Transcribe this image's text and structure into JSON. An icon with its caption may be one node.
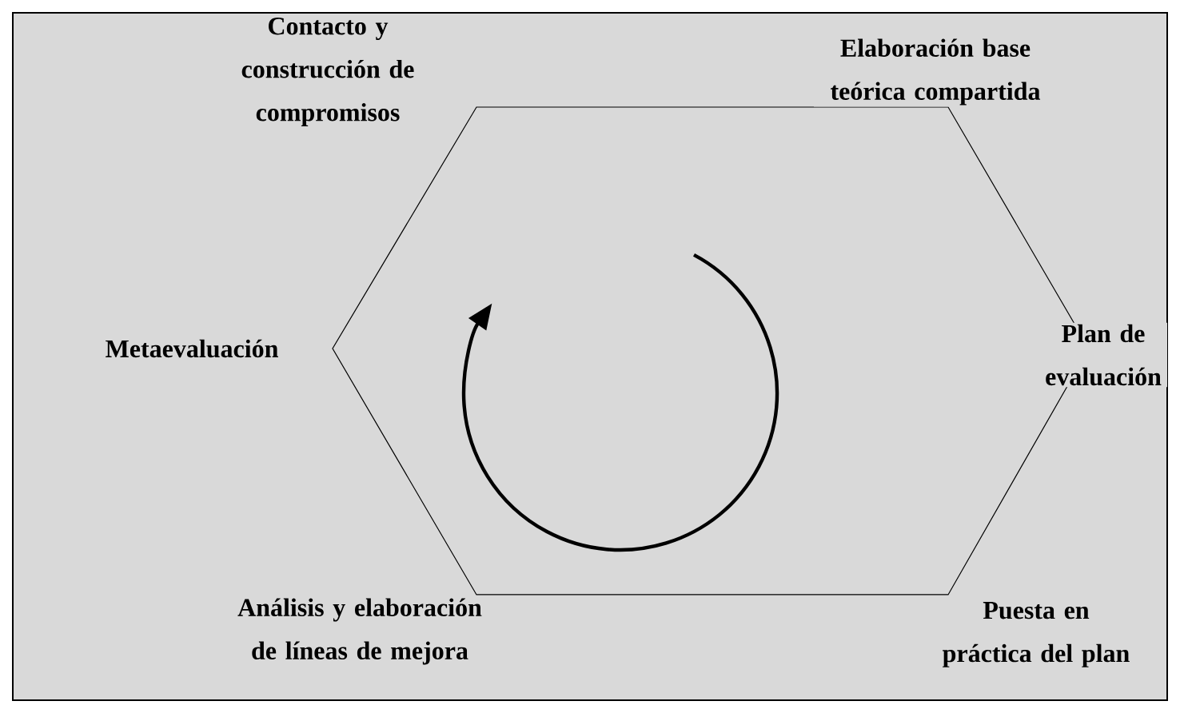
{
  "diagram": {
    "labels": [
      "Contacto y construcción de compromisos",
      "Elaboración base teórica compartida",
      "Metaevaluación",
      "Plan de evaluación",
      "Análisis y elaboración de líneas de mejora",
      "Puesta en práctica del plan"
    ]
  }
}
